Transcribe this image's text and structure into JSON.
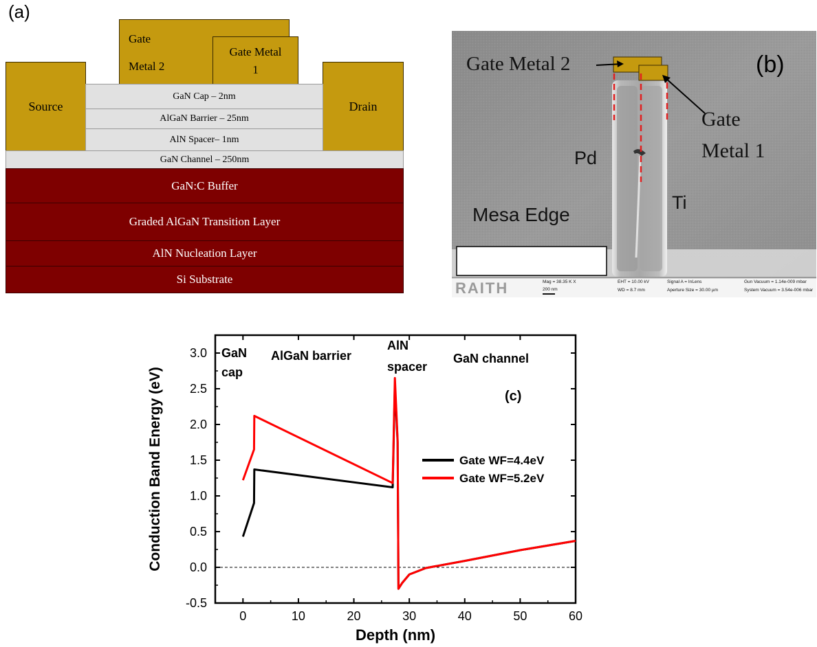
{
  "panel_a": {
    "label": "(a)",
    "gate_metal_2": [
      "Gate",
      "Metal 2"
    ],
    "gate_metal_1": [
      "Gate Metal",
      "1"
    ],
    "source": "Source",
    "drain": "Drain",
    "layers": [
      "GaN Cap – 2nm",
      "AlGaN Barrier  – 25nm",
      "AlN Spacer– 1nm",
      "GaN Channel  – 250nm",
      "GaN:C Buffer",
      "Graded AlGaN Transition Layer",
      "AlN Nucleation Layer",
      "Si Substrate"
    ],
    "colors": {
      "metal": "#c59a0f",
      "epi": "#e1e1e1",
      "buffer": "#7e0000"
    }
  },
  "panel_b": {
    "label": "(b)",
    "gate_metal_2": "Gate Metal 2",
    "gate_metal_1": [
      "Gate",
      "Metal 1"
    ],
    "pd": "Pd",
    "ti": "Ti",
    "mesa_edge": "Mesa Edge",
    "footer": {
      "logo": "RAITH",
      "mag": "Mag =  38.35 K X",
      "scale": "200 nm",
      "eht": "EHT = 10.00 kV",
      "wd": "WD =  8.7 mm",
      "signal": "Signal A = InLens",
      "aperture": "Aperture Size = 30.00 µm",
      "gun_vacuum": "Gun Vacuum = 1.14e-009 mbar",
      "system_vacuum": "System Vacuum = 3.54e-006 mbar"
    },
    "colors": {
      "marker": "#e02020",
      "metal": "#c59a0f"
    }
  },
  "panel_c": {
    "label": "(c)",
    "region_labels": {
      "gan_cap": [
        "GaN",
        "cap"
      ],
      "algan_barrier": "AlGaN barrier",
      "aln_spacer": [
        "AlN",
        "spacer"
      ],
      "gan_channel": "GaN channel"
    }
  },
  "chart_data": {
    "type": "line",
    "title": "",
    "xlabel": "Depth (nm)",
    "ylabel": "Conduction Band Energy (eV)",
    "xlim": [
      -5,
      60
    ],
    "ylim": [
      -0.5,
      3.25
    ],
    "xticks": [
      0,
      10,
      20,
      30,
      40,
      50,
      60
    ],
    "yticks": [
      -0.5,
      0.0,
      0.5,
      1.0,
      1.5,
      2.0,
      2.5,
      3.0
    ],
    "xtick_labels": [
      "0",
      "10",
      "20",
      "30",
      "40",
      "50",
      "60"
    ],
    "ytick_labels": [
      "-0.5",
      "0.0",
      "0.5",
      "1.0",
      "1.5",
      "2.0",
      "2.5",
      "3.0"
    ],
    "legend_position": "right",
    "series": [
      {
        "name": "Gate WF=4.4eV",
        "color": "#000000",
        "points": [
          [
            0,
            0.43
          ],
          [
            2,
            0.9
          ],
          [
            2.05,
            1.37
          ],
          [
            27,
            1.12
          ],
          [
            27.4,
            2.55
          ],
          [
            27.9,
            1.75
          ],
          [
            28.05,
            -0.3
          ],
          [
            28.7,
            -0.22
          ],
          [
            30,
            -0.1
          ],
          [
            33,
            -0.01
          ],
          [
            40,
            0.09
          ],
          [
            50,
            0.24
          ],
          [
            60,
            0.37
          ]
        ]
      },
      {
        "name": "Gate WF=5.2eV",
        "color": "#ff0000",
        "points": [
          [
            0,
            1.22
          ],
          [
            2,
            1.65
          ],
          [
            2.05,
            2.12
          ],
          [
            27,
            1.18
          ],
          [
            27.4,
            2.65
          ],
          [
            27.9,
            1.78
          ],
          [
            28.05,
            -0.3
          ],
          [
            28.7,
            -0.22
          ],
          [
            30,
            -0.1
          ],
          [
            33,
            -0.01
          ],
          [
            40,
            0.09
          ],
          [
            50,
            0.24
          ],
          [
            60,
            0.37
          ]
        ]
      }
    ],
    "reference_line": {
      "y": 0.0,
      "style": "dashed"
    },
    "annotation": "(c)"
  }
}
